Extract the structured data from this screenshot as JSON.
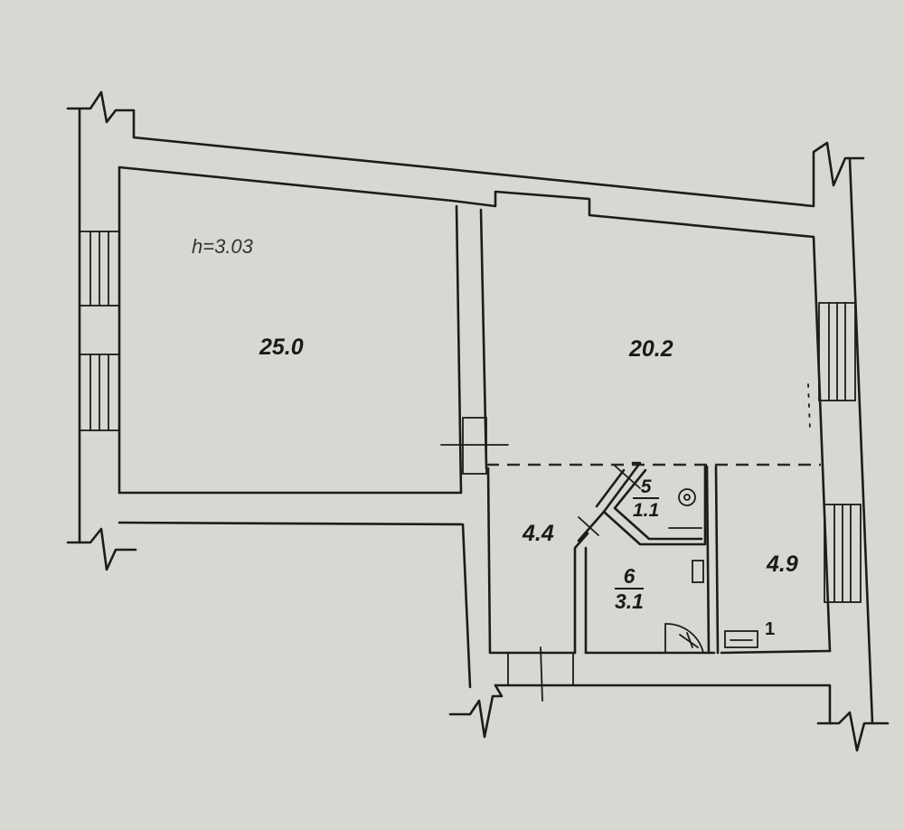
{
  "ceiling_height": "h=3.03",
  "rooms": [
    {
      "id": "room-1",
      "area": "25.0"
    },
    {
      "id": "room-2",
      "area": "20.2"
    },
    {
      "id": "hall",
      "area": "4.4"
    },
    {
      "id": "kitchen",
      "area": "4.9"
    }
  ],
  "wc": {
    "number": "5",
    "area": "1.1"
  },
  "bathroom": {
    "number": "6",
    "area": "3.1"
  },
  "equipment_mark": "1",
  "colors": {
    "paper": "#d8d8d2",
    "ink": "#1c1c1c"
  }
}
